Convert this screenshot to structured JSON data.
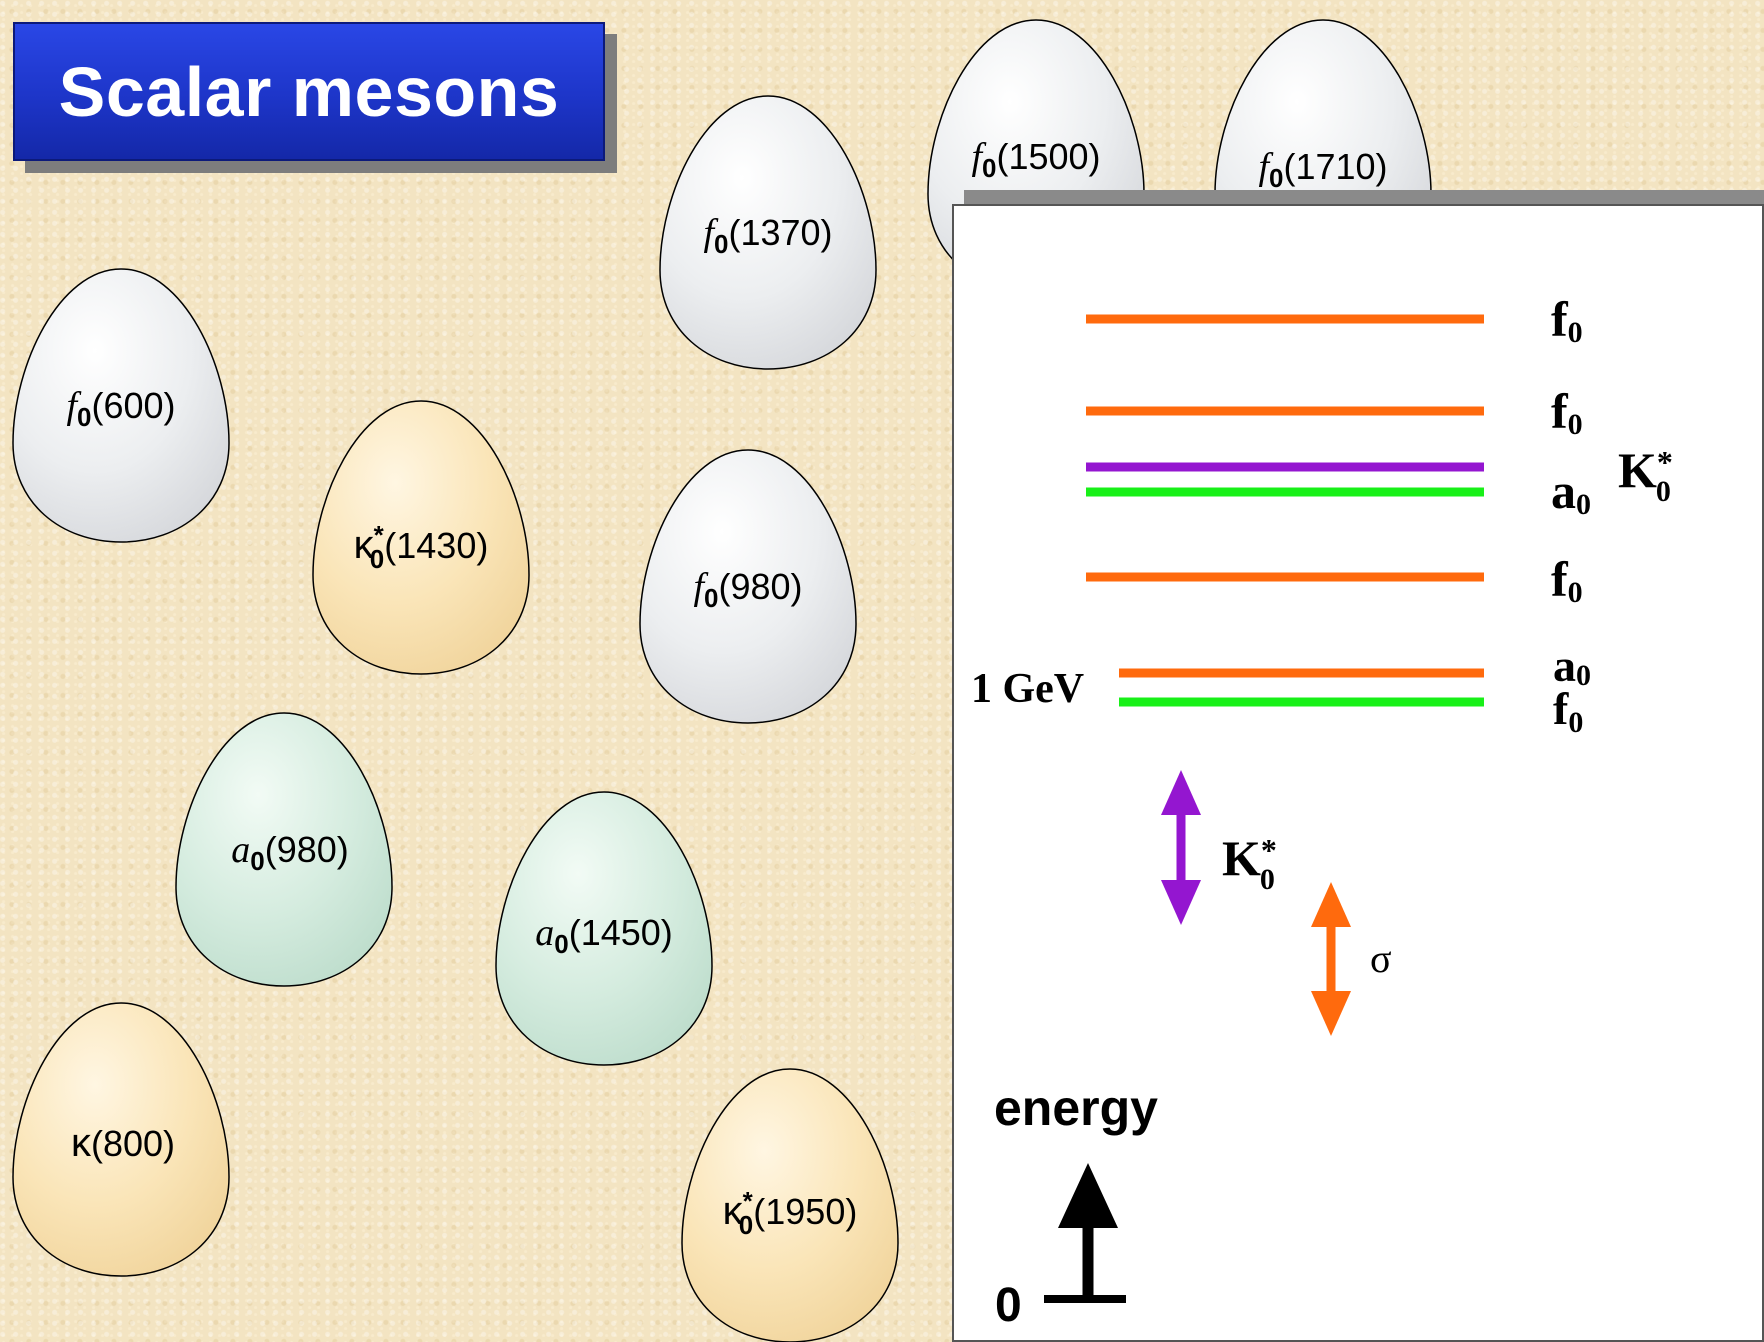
{
  "title": "Scalar mesons",
  "colors": {
    "egg_gray": "#e6e7e9",
    "egg_yellow": "#f9e3b6",
    "egg_green": "#d3eadd",
    "line_orange": "#ff6a0d",
    "line_purple": "#9416d0",
    "line_green": "#18f018"
  },
  "eggs": {
    "f0_600": {
      "sym": "f",
      "sub": "0",
      "mass": "(600)",
      "color": "gray"
    },
    "f0_1370": {
      "sym": "f",
      "sub": "0",
      "mass": "(1370)",
      "color": "gray"
    },
    "f0_1500": {
      "sym": "f",
      "sub": "0",
      "mass": "(1500)",
      "color": "gray"
    },
    "f0_1710": {
      "sym": "f",
      "sub": "0",
      "mass": "(1710)",
      "color": "gray"
    },
    "f0_980": {
      "sym": "f",
      "sub": "0",
      "mass": "(980)",
      "color": "gray"
    },
    "k0_1430": {
      "sym": "κ",
      "sup": "*",
      "sub": "0",
      "mass": "(1430)",
      "color": "yellow"
    },
    "k_800": {
      "sym": "κ",
      "mass": "(800)",
      "color": "yellow"
    },
    "k0_1950": {
      "sym": "κ",
      "sup": "*",
      "sub": "0",
      "mass": "(1950)",
      "color": "yellow"
    },
    "a0_980": {
      "sym": "a",
      "sub": "0",
      "mass": "(980)",
      "color": "green"
    },
    "a0_1450": {
      "sym": "a",
      "sub": "0",
      "mass": "(1450)",
      "color": "green"
    }
  },
  "levels": {
    "f0_top": "f",
    "f0_second": "f",
    "a0_mid": "a",
    "k0_mid": "K",
    "f0_mid": "f",
    "a0_low": "a",
    "f0_low": "f",
    "sub_zero": "0",
    "star": "*",
    "gev_label": "1 GeV"
  },
  "arrows": {
    "kappa_label": "K",
    "sigma_label": "σ"
  },
  "energy_axis": {
    "label": "energy",
    "zero": "0"
  }
}
